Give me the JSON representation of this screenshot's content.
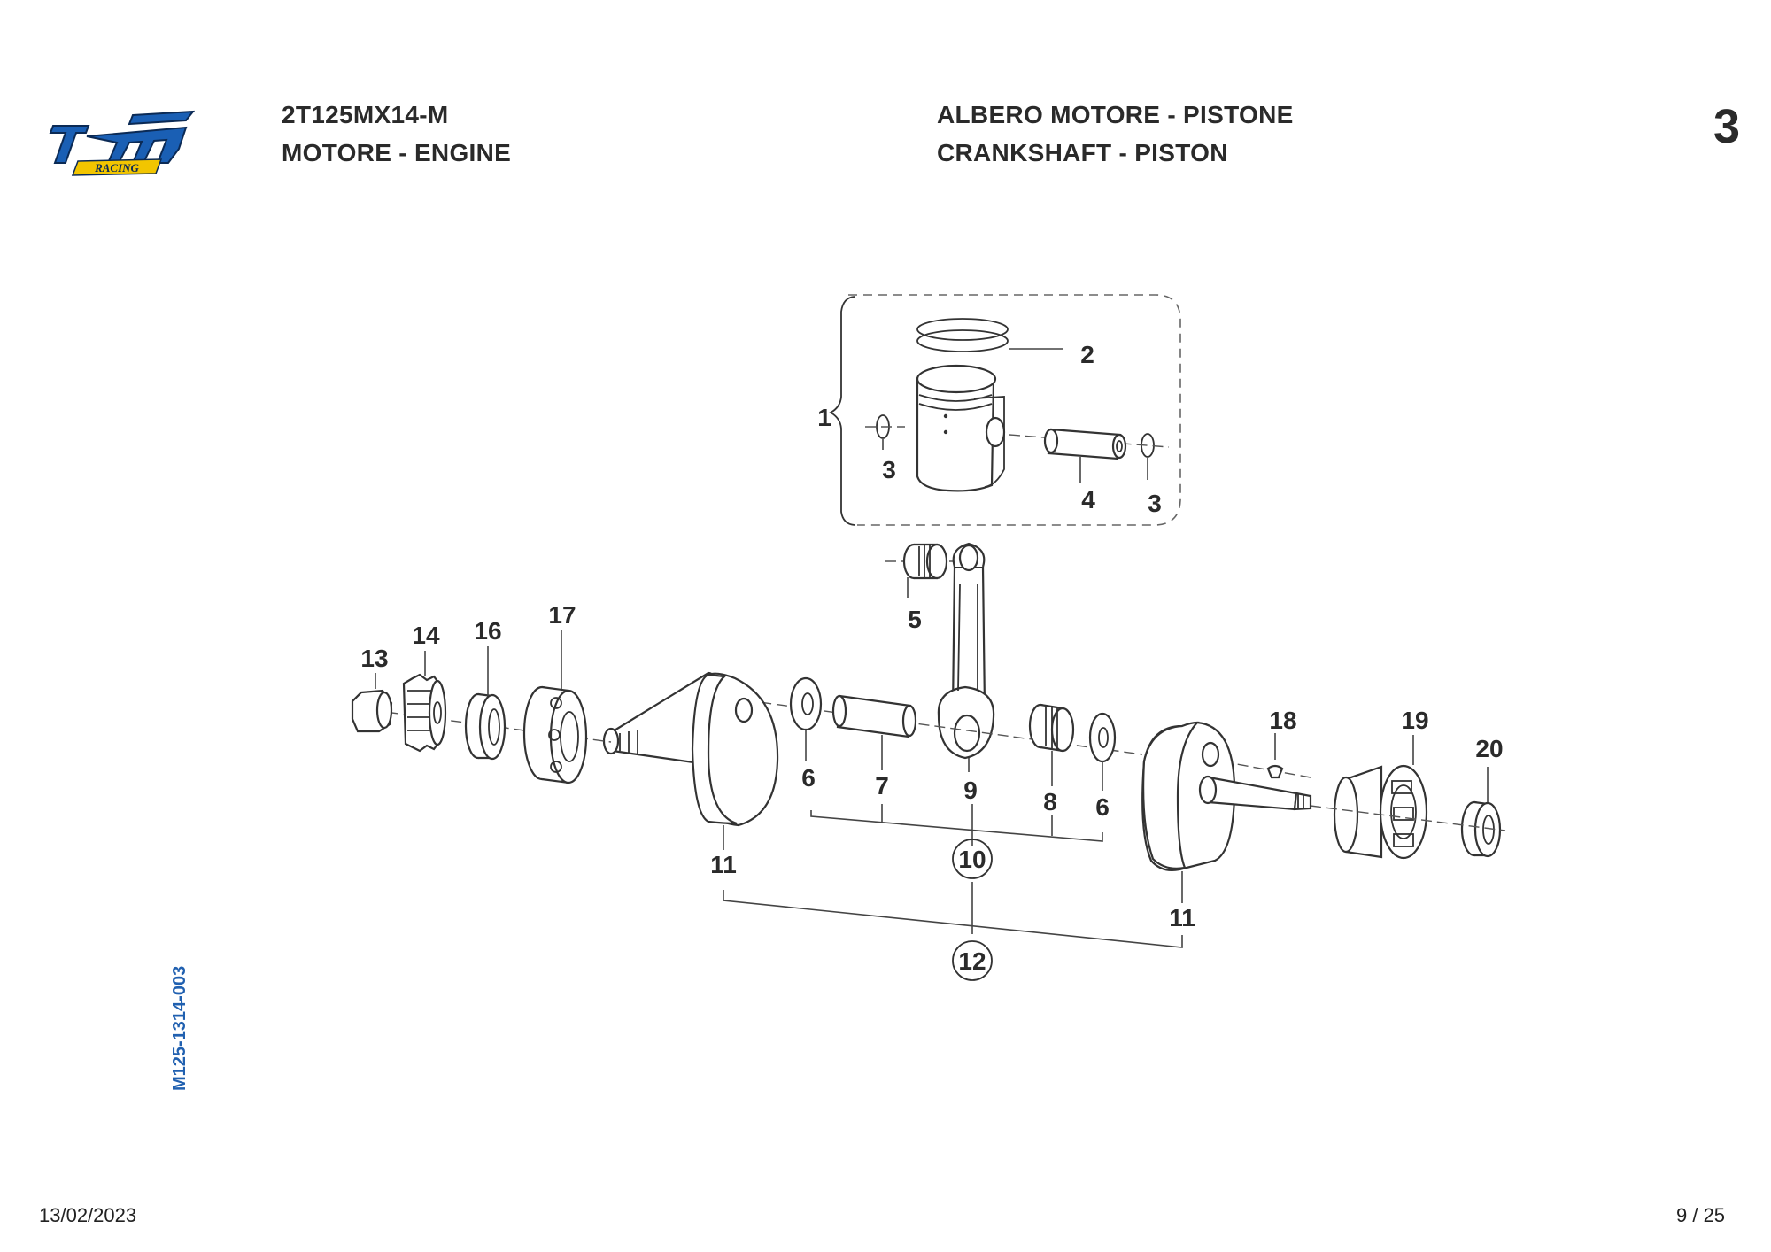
{
  "header": {
    "brand_logo": "tm RACING",
    "model_code": "2T125MX14-M",
    "group": "MOTORE - ENGINE",
    "title_it": "ALBERO MOTORE - PISTONE",
    "title_en": "CRANKSHAFT - PISTON",
    "table_number": "3"
  },
  "side": {
    "document_code": "M125-1314-003"
  },
  "footer": {
    "date": "13/02/2023",
    "page": "9 / 25"
  },
  "diagram": {
    "callouts": {
      "c1": "1",
      "c2": "2",
      "c3a": "3",
      "c3b": "3",
      "c4": "4",
      "c5": "5",
      "c6a": "6",
      "c6b": "6",
      "c7": "7",
      "c8": "8",
      "c9": "9",
      "c10": "10",
      "c11a": "11",
      "c11b": "11",
      "c12": "12",
      "c13": "13",
      "c14": "14",
      "c16": "16",
      "c17": "17",
      "c18": "18",
      "c19": "19",
      "c20": "20"
    }
  },
  "colors": {
    "logo_blue": "#1a5fb4",
    "logo_yellow": "#f2c500",
    "code_blue": "#2060b0",
    "text": "#2a2a2a"
  }
}
